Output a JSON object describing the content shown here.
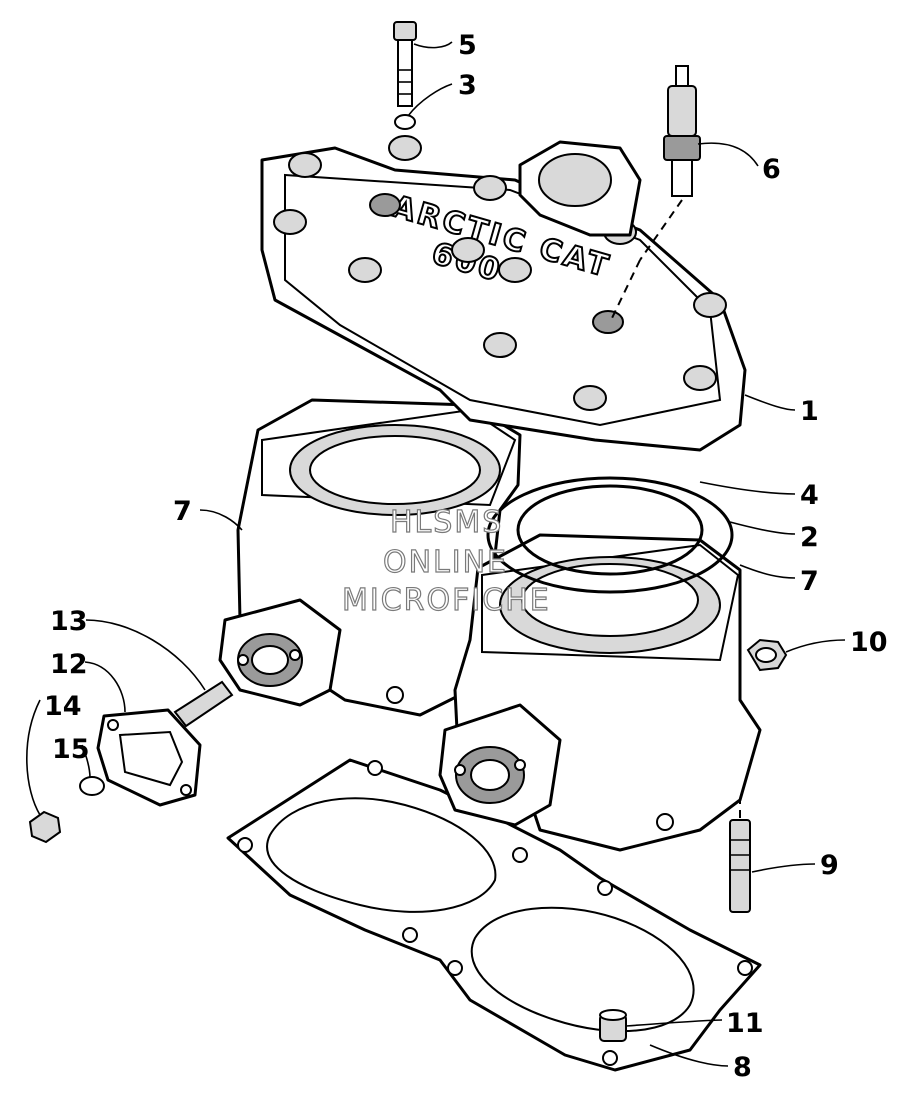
{
  "diagram": {
    "callouts": [
      "5",
      "3",
      "6",
      "1",
      "4",
      "2",
      "7",
      "7",
      "10",
      "13",
      "12",
      "14",
      "15",
      "9",
      "11",
      "8"
    ],
    "head_casting_text": [
      "ARCTIC CAT",
      "600"
    ],
    "watermark_lines": [
      "HLSMS",
      "ONLINE",
      "MICROFICHE"
    ]
  }
}
